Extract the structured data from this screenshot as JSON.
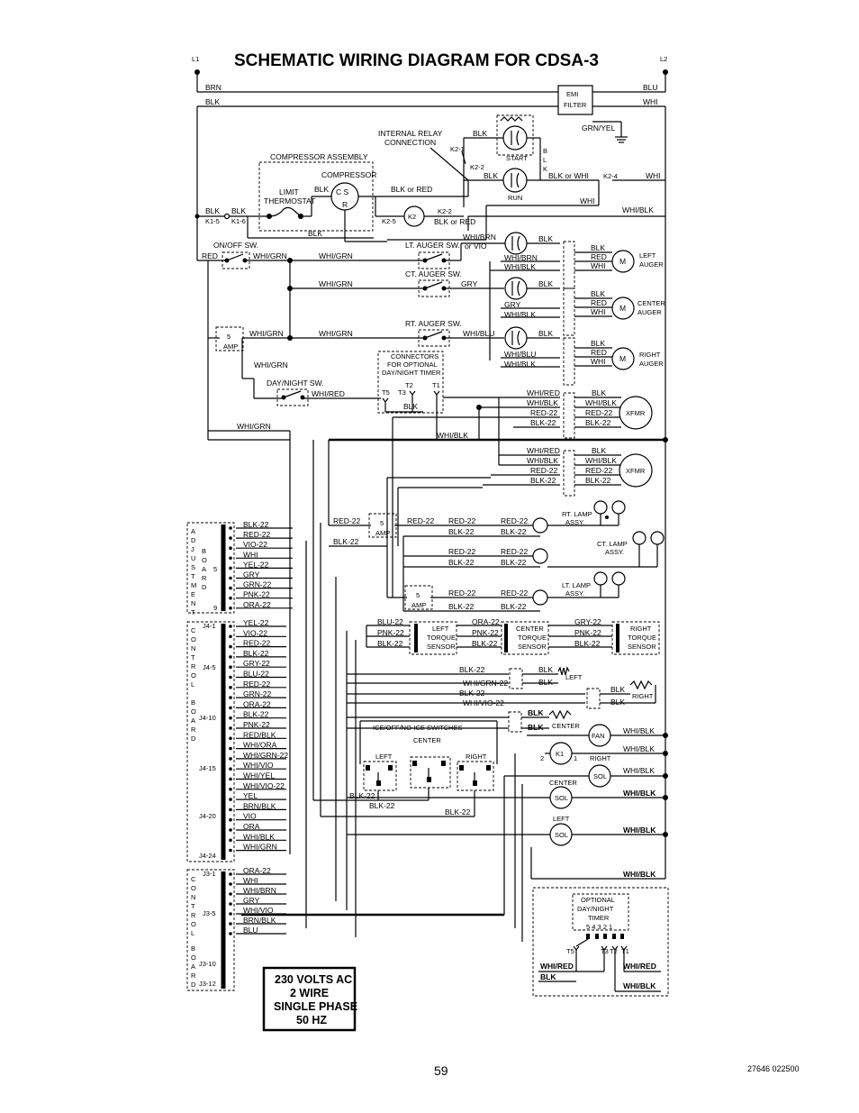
{
  "title": "SCHEMATIC WIRING DIAGRAM FOR CDSA-3",
  "terminals": {
    "l1": "L1",
    "l2": "L2"
  },
  "page_number": "59",
  "doc_code": "27646 022500",
  "spec_box": [
    "230 VOLTS AC",
    "2 WIRE",
    "SINGLE PHASE",
    "50 HZ"
  ],
  "wires_top": [
    "BRN",
    "BLU",
    "BLK",
    "WHI",
    "GRN/YEL",
    "EMI",
    "FILTER"
  ],
  "relay": {
    "internal": "INTERNAL RELAY",
    "connection": "CONNECTION",
    "start": "START",
    "run": "RUN",
    "blk_or_whi": "BLK or WHI",
    "k2_4": "K2-4",
    "k2_1": "K2-1",
    "k2_2": "K2-2",
    "blk": "BLK",
    "whi": "WHI",
    "blk_vertical": "B L K"
  },
  "compressor": {
    "assembly": "COMPRESSOR ASSEMBLY",
    "compressor": "COMPRESSOR",
    "limit": "LIMIT",
    "thermostat": "THERMOSTAT",
    "csr": "C S",
    "r": "R",
    "blk_or_red": "BLK or RED",
    "k1_5": "K1-5",
    "k1_6": "K1-6",
    "k2_5": "K2-5",
    "k2": "K2",
    "k2_2": "K2-2",
    "blk": "BLK",
    "whi_blk": "WHI/BLK"
  },
  "switches": {
    "on_off": "ON/OFF SW.",
    "lt_auger": "LT. AUGER SW.",
    "ct_auger": "CT. AUGER SW.",
    "rt_auger": "RT. AUGER SW.",
    "day_night": "DAY/NIGHT SW.",
    "connectors": [
      "CONNECTORS",
      "FOR OPTIONAL",
      "DAY/NIGHT TIMER"
    ],
    "amp": "AMP",
    "five": "5"
  },
  "wire_labels": {
    "red": "RED",
    "whi_grn": "WHI/GRN",
    "whi_brn_or_vio": "WHI/BRN",
    "or_vio": "or VIO",
    "gry": "GRY",
    "whi_blu": "WHI/BLU",
    "whi_red": "WHI/RED",
    "whi_blk": "WHI/BLK",
    "blk": "BLK",
    "red_22": "RED-22",
    "blk_22": "BLK-22"
  },
  "augers": {
    "left": [
      "LEFT",
      "AUGER"
    ],
    "center": [
      "CENTER",
      "AUGER"
    ],
    "right": [
      "RIGHT",
      "AUGER"
    ],
    "m": "M",
    "wires": [
      "BLK",
      "RED",
      "WHI"
    ]
  },
  "xfmr": "XFMR",
  "lamps": {
    "rt": [
      "RT. LAMP",
      "ASSY."
    ],
    "ct": [
      "CT. LAMP",
      "ASSY."
    ],
    "lt": [
      "LT. LAMP",
      "ASSY."
    ]
  },
  "adjustment_board": {
    "side": "A D J U S T M E N T",
    "board": "B O A R D",
    "wires": [
      "BLK-22",
      "RED-22",
      "VIO-22",
      "WHI",
      "YEL-22",
      "GRY",
      "GRN-22",
      "PNK-22",
      "ORA-22"
    ],
    "pin5": "5",
    "pin9": "9"
  },
  "control_board_j4": {
    "side": "C O N T R O L",
    "board": "B O A R D",
    "pins": [
      "J4-1",
      "J4-5",
      "J4-10",
      "J4-15",
      "J4-20",
      "J4-24"
    ],
    "wires": [
      "YEL-22",
      "VIO-22",
      "RED-22",
      "BLK-22",
      "GRY-22",
      "BLU-22",
      "RED-22",
      "GRN-22",
      "ORA-22",
      "BLK-22",
      "PNK-22",
      "RED/BLK",
      "WHI/ORA",
      "WHI/GRN-22",
      "WHI/VIO",
      "WHI/YEL",
      "WHI/VIO-22",
      "YEL",
      "BRN/BLK",
      "VIO",
      "ORA",
      "WHI/BLK",
      "WHI/GRN"
    ]
  },
  "control_board_j3": {
    "pins": [
      "J3-1",
      "J3-5",
      "J3-10",
      "J3-12"
    ],
    "wires": [
      "ORA-22",
      "WHI",
      "WHI/BRN",
      "GRY",
      "WHI/VIO",
      "BRN/BLK",
      "BLU"
    ]
  },
  "torque_sensors": {
    "left": [
      "LEFT",
      "TORQUE",
      "SENSOR"
    ],
    "center": [
      "CENTER",
      "TORQUE",
      "SENSOR"
    ],
    "right": [
      "RIGHT",
      "TORQUE",
      "SENSOR"
    ],
    "left_wires": [
      "BLU-22",
      "PNK-22",
      "BLK-22"
    ],
    "center_wires": [
      "ORA-22",
      "PNK-22",
      "BLK-22"
    ],
    "right_wires": [
      "GRY-22",
      "PNK-22",
      "BLK-22"
    ]
  },
  "ice_switches": {
    "title": "ICE/OFF/NO-ICE SWITCHES",
    "left": "LEFT",
    "center": "CENTER",
    "right": "RIGHT",
    "blk_22": "BLK-22"
  },
  "lower_right": {
    "left": "LEFT",
    "right": "RIGHT",
    "center": "CENTER",
    "fan": "FAN",
    "k1": "K1",
    "sol": "SOL",
    "whi_grn_22": "WHI/GRN-22",
    "whi_vio_22": "WHI/VIO-22"
  },
  "optional_timer": {
    "title": [
      "OPTIONAL",
      "DAY/NIGHT",
      "TIMER"
    ],
    "pins": "5  4  3  2  1",
    "t5": "T5",
    "t3": "T3",
    "t2": "T2",
    "t1": "T1",
    "whi_red": "WHI/RED",
    "blk": "BLK",
    "whi_blk": "WHI/BLK"
  }
}
